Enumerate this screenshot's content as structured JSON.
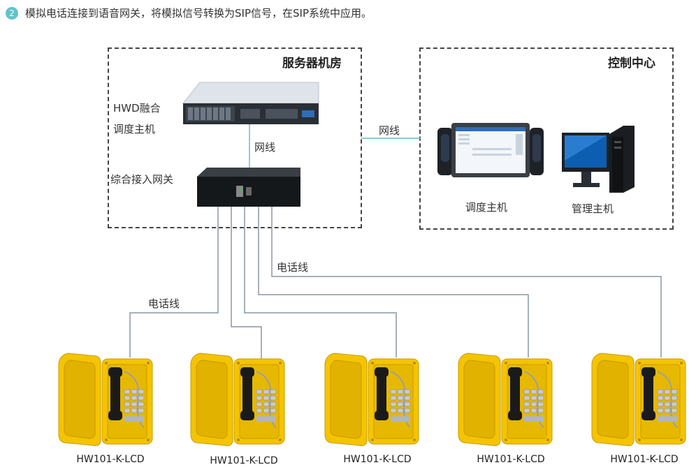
{
  "step": {
    "number": "2",
    "text": "模拟电话连接到语音网关，将模拟信号转换为SIP信号，在SIP系统中应用。"
  },
  "server_room": {
    "title": "服务器机房",
    "host_label_line1": "HWD融合",
    "host_label_line2": "调度主机",
    "gateway_label": "综合接入网关",
    "cable_label": "网线"
  },
  "control_center": {
    "title": "控制中心",
    "dispatch_label": "调度主机",
    "management_label": "管理主机"
  },
  "link_cable_label": "网线",
  "phone_line_label_left": "电话线",
  "phone_line_label_right": "电话线",
  "phones": [
    {
      "model": "HW101-K-LCD"
    },
    {
      "model": "HW101-K-LCD"
    },
    {
      "model": "HW101-K-LCD"
    },
    {
      "model": "HW101-K-LCD"
    },
    {
      "model": "HW101-K-LCD"
    }
  ],
  "colors": {
    "phone_yellow": "#f5c400",
    "phone_dark_yellow": "#d9a400",
    "cable_blue": "#6fb7d6",
    "line_gray": "#8a96a3",
    "step_teal": "#5fc4c9"
  }
}
